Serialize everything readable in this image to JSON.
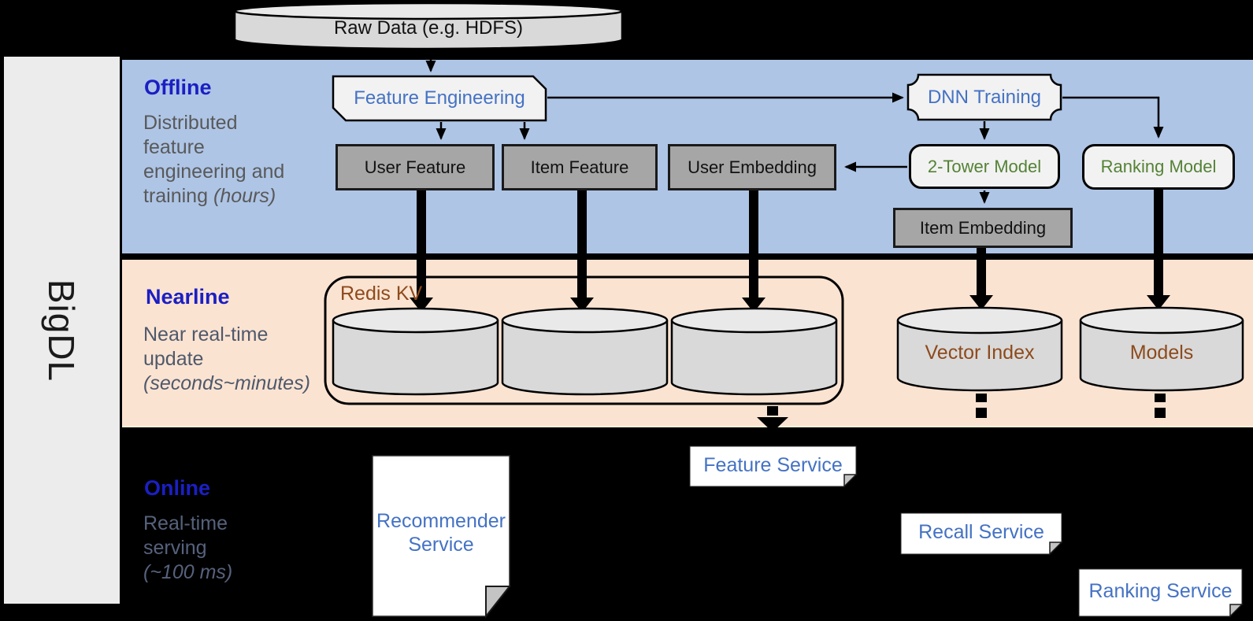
{
  "sidebar": {
    "brand": "BigDL"
  },
  "raw_data": {
    "label": "Raw Data (e.g. HDFS)"
  },
  "bands": {
    "offline": {
      "title": "Offline",
      "desc": "Distributed\nfeature\nengineering and\ntraining",
      "note": "(hours)"
    },
    "nearline": {
      "title": "Nearline",
      "desc": "Near real-time\nupdate",
      "note": "(seconds~minutes)"
    },
    "online": {
      "title": "Online",
      "desc": "Real-time\nserving",
      "note": "(~100 ms)"
    }
  },
  "nodes": {
    "feature_engineering": "Feature Engineering",
    "dnn_training": "DNN Training",
    "user_feature": "User Feature",
    "item_feature": "Item Feature",
    "user_embedding": "User Embedding",
    "two_tower_model": "2-Tower Model",
    "ranking_model": "Ranking Model",
    "item_embedding": "Item Embedding",
    "redis_kv": "Redis KV",
    "vector_index": "Vector Index",
    "models": "Models",
    "recommender_service": "Recommender Service",
    "feature_service": "Feature Service",
    "recall_service": "Recall Service",
    "ranking_service": "Ranking Service"
  },
  "colors": {
    "page_bg": "#000000",
    "sidebar_bg": "#ececec",
    "band_offline_bg": "#aec5e6",
    "band_nearline_bg": "#fbe3d2",
    "band_title": "#1b1fc3",
    "offline_desc": "#595959",
    "nearline_desc": "#4e596b",
    "online_desc": "#56627c",
    "node_blue": "#4472c4",
    "node_green": "#548235",
    "node_brown": "#8e4a1b",
    "gray_box_bg": "#a6a6a6",
    "light_box_bg": "#f2f2f2",
    "cylinder_bg": "#d9d9d9",
    "cylinder_top_bg": "#e9e9e9",
    "service_box_bg": "#ffffff",
    "outline": "#000000"
  }
}
